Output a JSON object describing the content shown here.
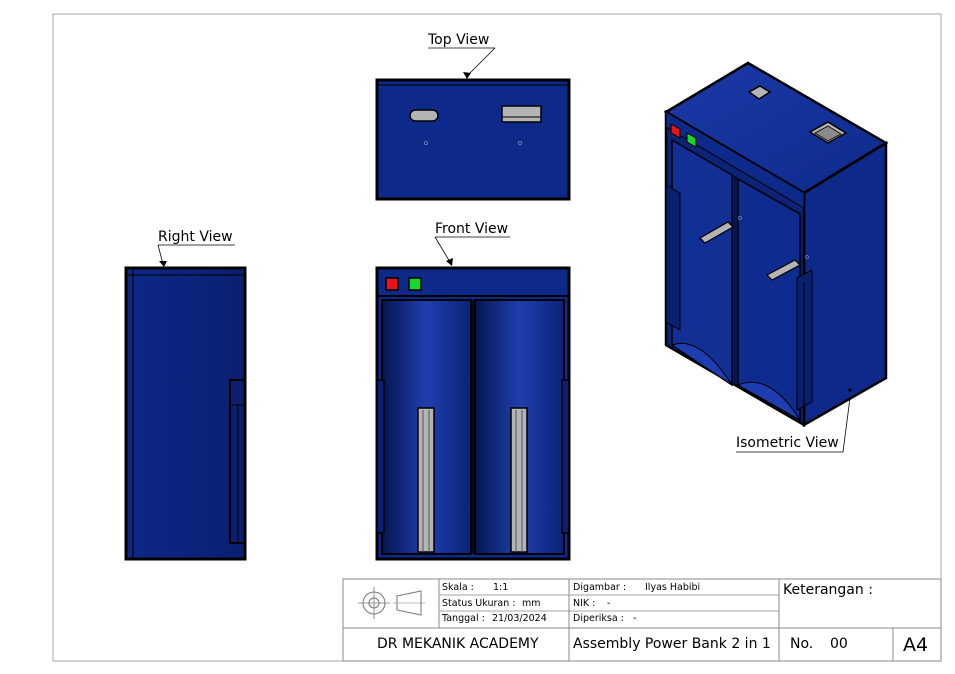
{
  "views": {
    "top": "Top View",
    "right": "Right View",
    "front": "Front View",
    "isometric": "Isometric View"
  },
  "title_block": {
    "scale_label": "Skala :",
    "scale_value": "1:1",
    "unit_label": "Status Ukuran :",
    "unit_value": "mm",
    "date_label": "Tanggal :",
    "date_value": "21/03/2024",
    "drawn_label": "Digambar :",
    "drawn_value": "Ilyas Habibi",
    "nik_label": "NIK :",
    "nik_value": "-",
    "checked_label": "Diperiksa :",
    "checked_value": "-",
    "notes_label": "Keterangan :",
    "company": "DR MEKANIK ACADEMY",
    "drawing_title": "Assembly Power Bank 2 in 1",
    "number_label": "No.",
    "number_value": "00",
    "sheet_size": "A4"
  },
  "colors": {
    "body": "#0d2a8a",
    "body_dark": "#081c66",
    "body_light": "#2a4bb5",
    "led_red": "#e8121a",
    "led_green": "#19d62a",
    "metal": "#b4b4b4"
  }
}
